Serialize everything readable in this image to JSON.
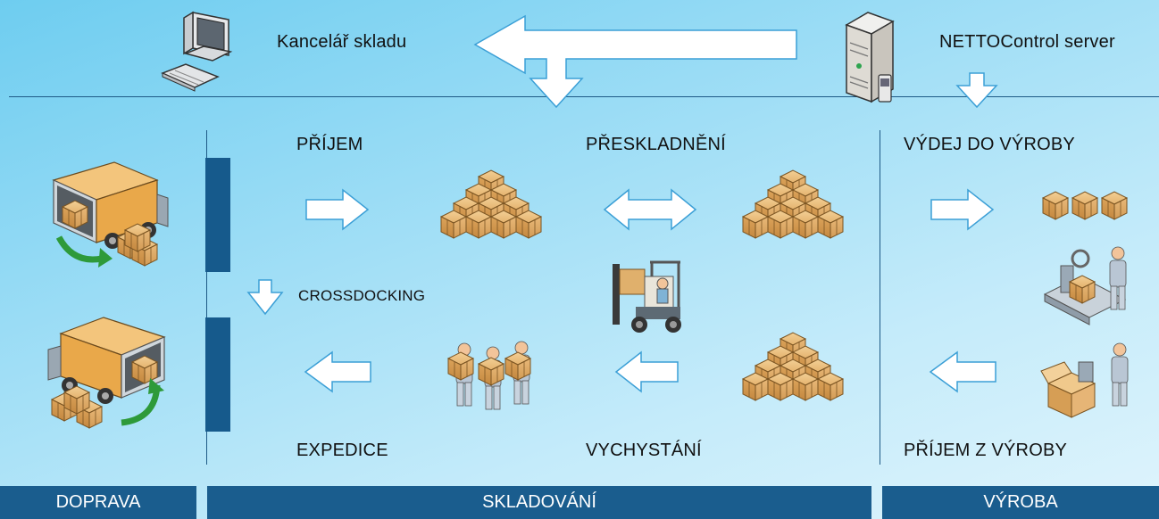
{
  "top": {
    "office_label": "Kancelář skladu",
    "server_label": "NETTOControl server"
  },
  "steps": {
    "prijem": "PŘÍJEM",
    "preskladneni": "PŘESKLADNĚNÍ",
    "vydej": "VÝDEJ DO VÝROBY",
    "crossdocking": "CROSSDOCKING",
    "expedice": "EXPEDICE",
    "vychystani": "VYCHYSTÁNÍ",
    "prijem_vyroba": "PŘÍJEM Z VÝROBY"
  },
  "sections": {
    "doprava": "DOPRAVA",
    "skladovani": "SKLADOVÁNÍ",
    "vyroba": "VÝROBA"
  },
  "colors": {
    "background": "#8fd8f4",
    "section_bar": "#1a5d8e",
    "line": "#1e5a86",
    "box": "#d9a560",
    "truck": "#e7a94a",
    "arrow_fill": "#ffffff",
    "arrow_stroke": "#3b9fd6",
    "green_arrow": "#2e9a3a"
  },
  "icons": [
    "computer-icon",
    "server-icon",
    "truck-icon",
    "boxes-icon",
    "forklift-icon",
    "workers-icon",
    "assembly-icon",
    "packing-icon"
  ]
}
